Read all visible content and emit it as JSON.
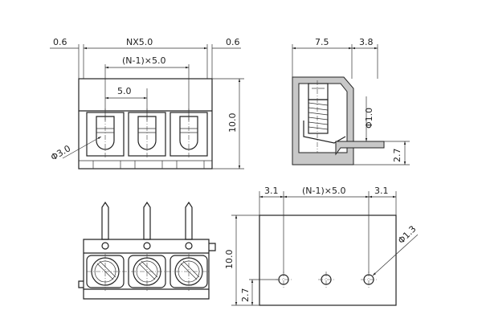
{
  "front_view": {
    "dim_margin_left": "0.6",
    "dim_total_width": "NX5.0",
    "dim_margin_right": "0.6",
    "dim_span": "(N-1)×5.0",
    "dim_pitch": "5.0",
    "dim_height": "10.0",
    "dim_hole_diameter": "Φ3.0"
  },
  "side_view": {
    "dim_body_depth": "7.5",
    "dim_pin_offset": "3.8",
    "dim_pin_diameter": "Φ1.0",
    "dim_pin_height": "2.7"
  },
  "bottom_view": {
    "dim_edge_left": "3.1",
    "dim_span": "(N-1)×5.0",
    "dim_edge_right": "3.1",
    "dim_height": "10.0",
    "dim_pin_row": "2.7",
    "dim_hole_diameter": "Φ1.3"
  }
}
